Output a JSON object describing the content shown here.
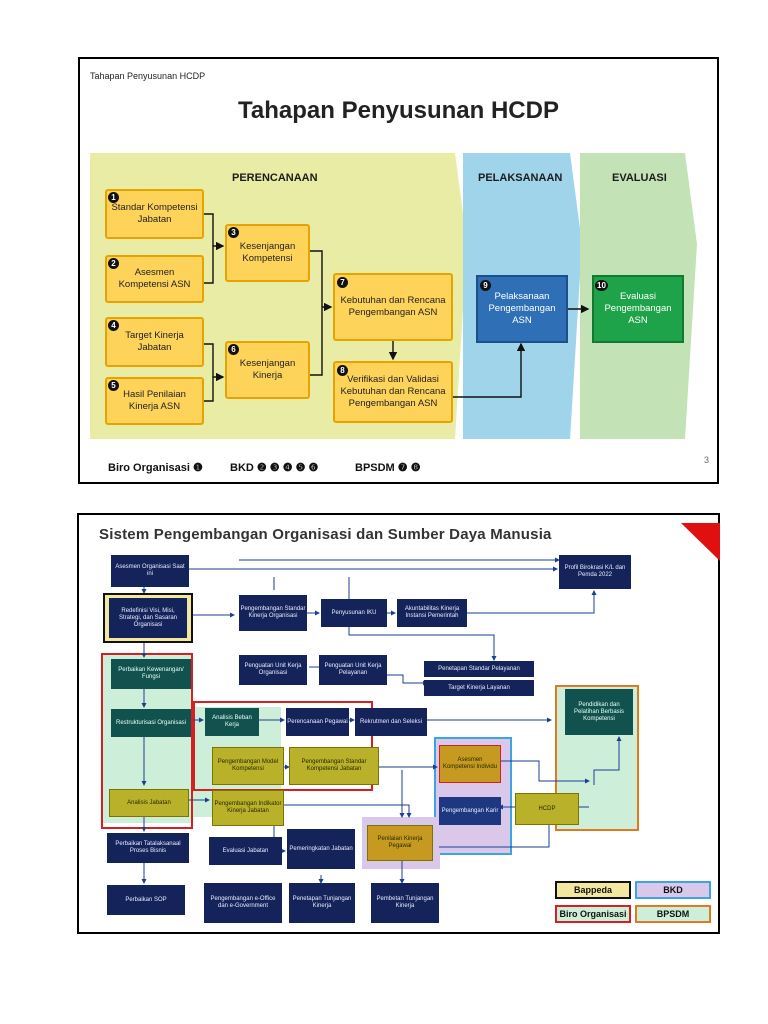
{
  "slide1": {
    "header": "Tahapan Penyusunan HCDP",
    "title": "Tahapan Penyusunan HCDP",
    "phases": {
      "plan": "PERENCANAAN",
      "exec": "PELAKSANAAN",
      "eval": "EVALUASI"
    },
    "boxes": {
      "b1": "Standar Kompetensi Jabatan",
      "b2": "Asesmen Kompetensi ASN",
      "b3": "Kesenjangan Kompetensi",
      "b4": "Target Kinerja Jabatan",
      "b5": "Hasil Penilaian Kinerja ASN",
      "b6": "Kesenjangan Kinerja",
      "b7": "Kebutuhan dan Rencana Pengembangan ASN",
      "b8": "Verifikasi dan Validasi Kebutuhan dan Rencana Pengembangan ASN",
      "b9": "Pelaksanaan Pengembangan ASN",
      "b10": "Evaluasi Pengembangan ASN"
    },
    "nums": {
      "n1": "1",
      "n2": "2",
      "n3": "3",
      "n4": "4",
      "n5": "5",
      "n6": "6",
      "n7": "7",
      "n8": "8",
      "n9": "9",
      "n10": "10"
    },
    "footer": {
      "biro": "Biro Organisasi ❶",
      "bkd": "BKD ❷ ❸ ❹ ❺ ❻",
      "bpsdm": "BPSDM ❼ ❽"
    },
    "page_number": "3"
  },
  "slide2": {
    "title": "Sistem Pengembangan Organisasi dan Sumber Daya Manusia",
    "nodes": {
      "asesmen_org": "Asesmen Organisasi Saat ini",
      "redefinisi": "Redefinisi Visi, Misi, Strategi, dan Sasaran Organisasi",
      "perbaikan_kew": "Perbaikan Kewenangan/ Fungsi",
      "restrukturisasi": "Restrukturisasi Organisasi",
      "analisis_jabatan": "Analisis Jabatan",
      "perbaikan_tata": "Perbaikan Tatalaksanaal Proses Bisnis",
      "perbaikan_sop": "Perbaikan SOP",
      "peng_standar_kinerja": "Pengembangan Standar Kinerja Organisasi",
      "penyusunan_iku": "Penyusunan IKU",
      "akuntabilitas": "Akuntabilitas Kinerja Instansi Pemerintah",
      "profil": "Profil Birokrasi K/L dan Pemda 2022",
      "penguatan_unit_org": "Penguatan Unit Kerja Organisasi",
      "penguatan_unit_pel": "Penguatan Unit Kerja Pelayanan",
      "penetapan_standar": "Penetapan Standar Pelayanan",
      "target_layanan": "Target Kinerja Layanan",
      "analisis_beban": "Analisis Beban Kerja",
      "perencanaan_pegawai": "Perencanaan Pegawai",
      "rekrutmen": "Rekrutmen dan Seleksi",
      "peng_model": "Pengembangan Model Kompetensi",
      "peng_standar_komp": "Pengembangan Standar Kompetensi Jabatan",
      "peng_indikator": "Pengembangan Indikator Kinerja Jabatan",
      "asesmen_komp": "Asesmen Kompetensi Individu",
      "peng_karir": "Pengembangan Karir",
      "pendidikan": "Pendidikan dan Pelatihan Berbasis Kompetensi",
      "hcdp": "HCDP",
      "evaluasi_jabatan": "Evaluasi Jabatan",
      "pemeringkatan": "Pemeringkatan Jabatan",
      "penilaian_kinerja": "Penilaian Kinerja Pegawai",
      "peng_eoffice": "Pengembangan e-Office dan e-Government",
      "penetapan_tunjangan": "Penetapan Tunjangan Kinerja",
      "pembetan_tunjangan": "Pembetan Tunjangan Kinerja"
    },
    "legend": {
      "bappeda": "Bappeda",
      "bkd": "BKD",
      "biro": "Biro Organisasi",
      "bpsdm": "BPSDM"
    },
    "colors": {
      "bappeda": "#f3e8a0",
      "bkd": "#3aa5e0",
      "biro": "#d42020",
      "bpsdm": "#e07a20",
      "navy": "#15235b",
      "teal": "#12524e",
      "olive": "#b9b12a",
      "mint": "#cdeed8"
    }
  }
}
